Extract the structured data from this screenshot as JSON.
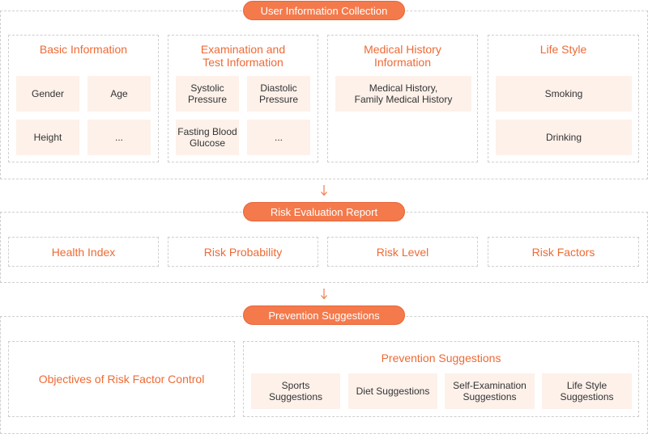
{
  "section1": {
    "label": "User Information Collection",
    "groups": [
      {
        "title": "Basic Information",
        "items": [
          "Gender",
          "Age",
          "Height",
          "..."
        ]
      },
      {
        "title": "Examination and\nTest Information",
        "items": [
          "Systolic\nPressure",
          "Diastolic\nPressure",
          "Fasting Blood\nGlucose",
          "..."
        ]
      },
      {
        "title": "Medical History\nInformation",
        "items": [
          "Medical History,\nFamily Medical History"
        ]
      },
      {
        "title": "Life Style",
        "items": [
          "Smoking",
          "Drinking"
        ]
      }
    ]
  },
  "section2": {
    "label": "Risk Evaluation Report",
    "items": [
      "Health Index",
      "Risk Probability",
      "Risk Level",
      "Risk Factors"
    ]
  },
  "section3": {
    "label": "Prevention Suggestions",
    "left_title": "Objectives of Risk Factor Control",
    "right_title": "Prevention Suggestions",
    "items": [
      "Sports\nSuggestions",
      "Diet Suggestions",
      "Self-Examination\nSuggestions",
      "Life Style\nSuggestions"
    ]
  },
  "colors": {
    "accent": "#f47a4c",
    "title_text": "#ee6a35",
    "cell_bg": "#fdf1ea",
    "dash_border": "#cfcfcf"
  }
}
